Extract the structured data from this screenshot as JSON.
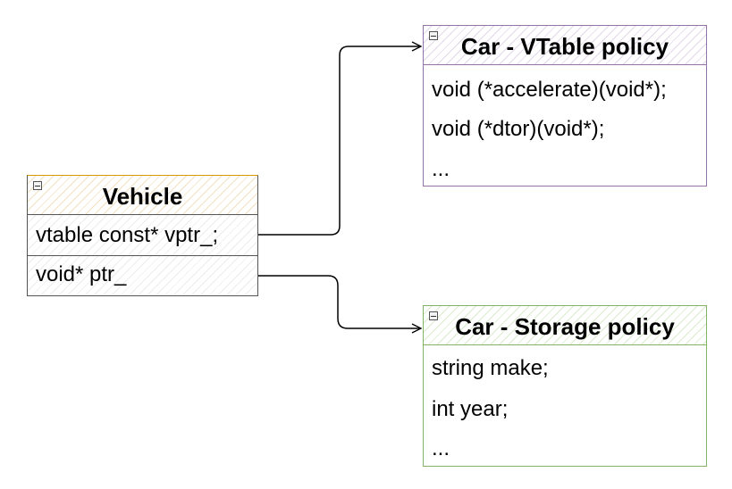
{
  "vehicle": {
    "title": "Vehicle",
    "fields": [
      "vtable const* vptr_;",
      "void* ptr_"
    ]
  },
  "vtable_policy": {
    "title": "Car - VTable policy",
    "fields": [
      "void (*accelerate)(void*);",
      "void (*dtor)(void*);",
      "..."
    ]
  },
  "storage_policy": {
    "title": "Car - Storage policy",
    "fields": [
      "string make;",
      "int year;",
      "..."
    ]
  },
  "colors": {
    "vehicle_border": "#d79b00",
    "vtable_border": "#9673a6",
    "storage_border": "#82b366",
    "connector": "#000000"
  },
  "icons": [
    "collapse-icon",
    "arrow-head-icon"
  ]
}
